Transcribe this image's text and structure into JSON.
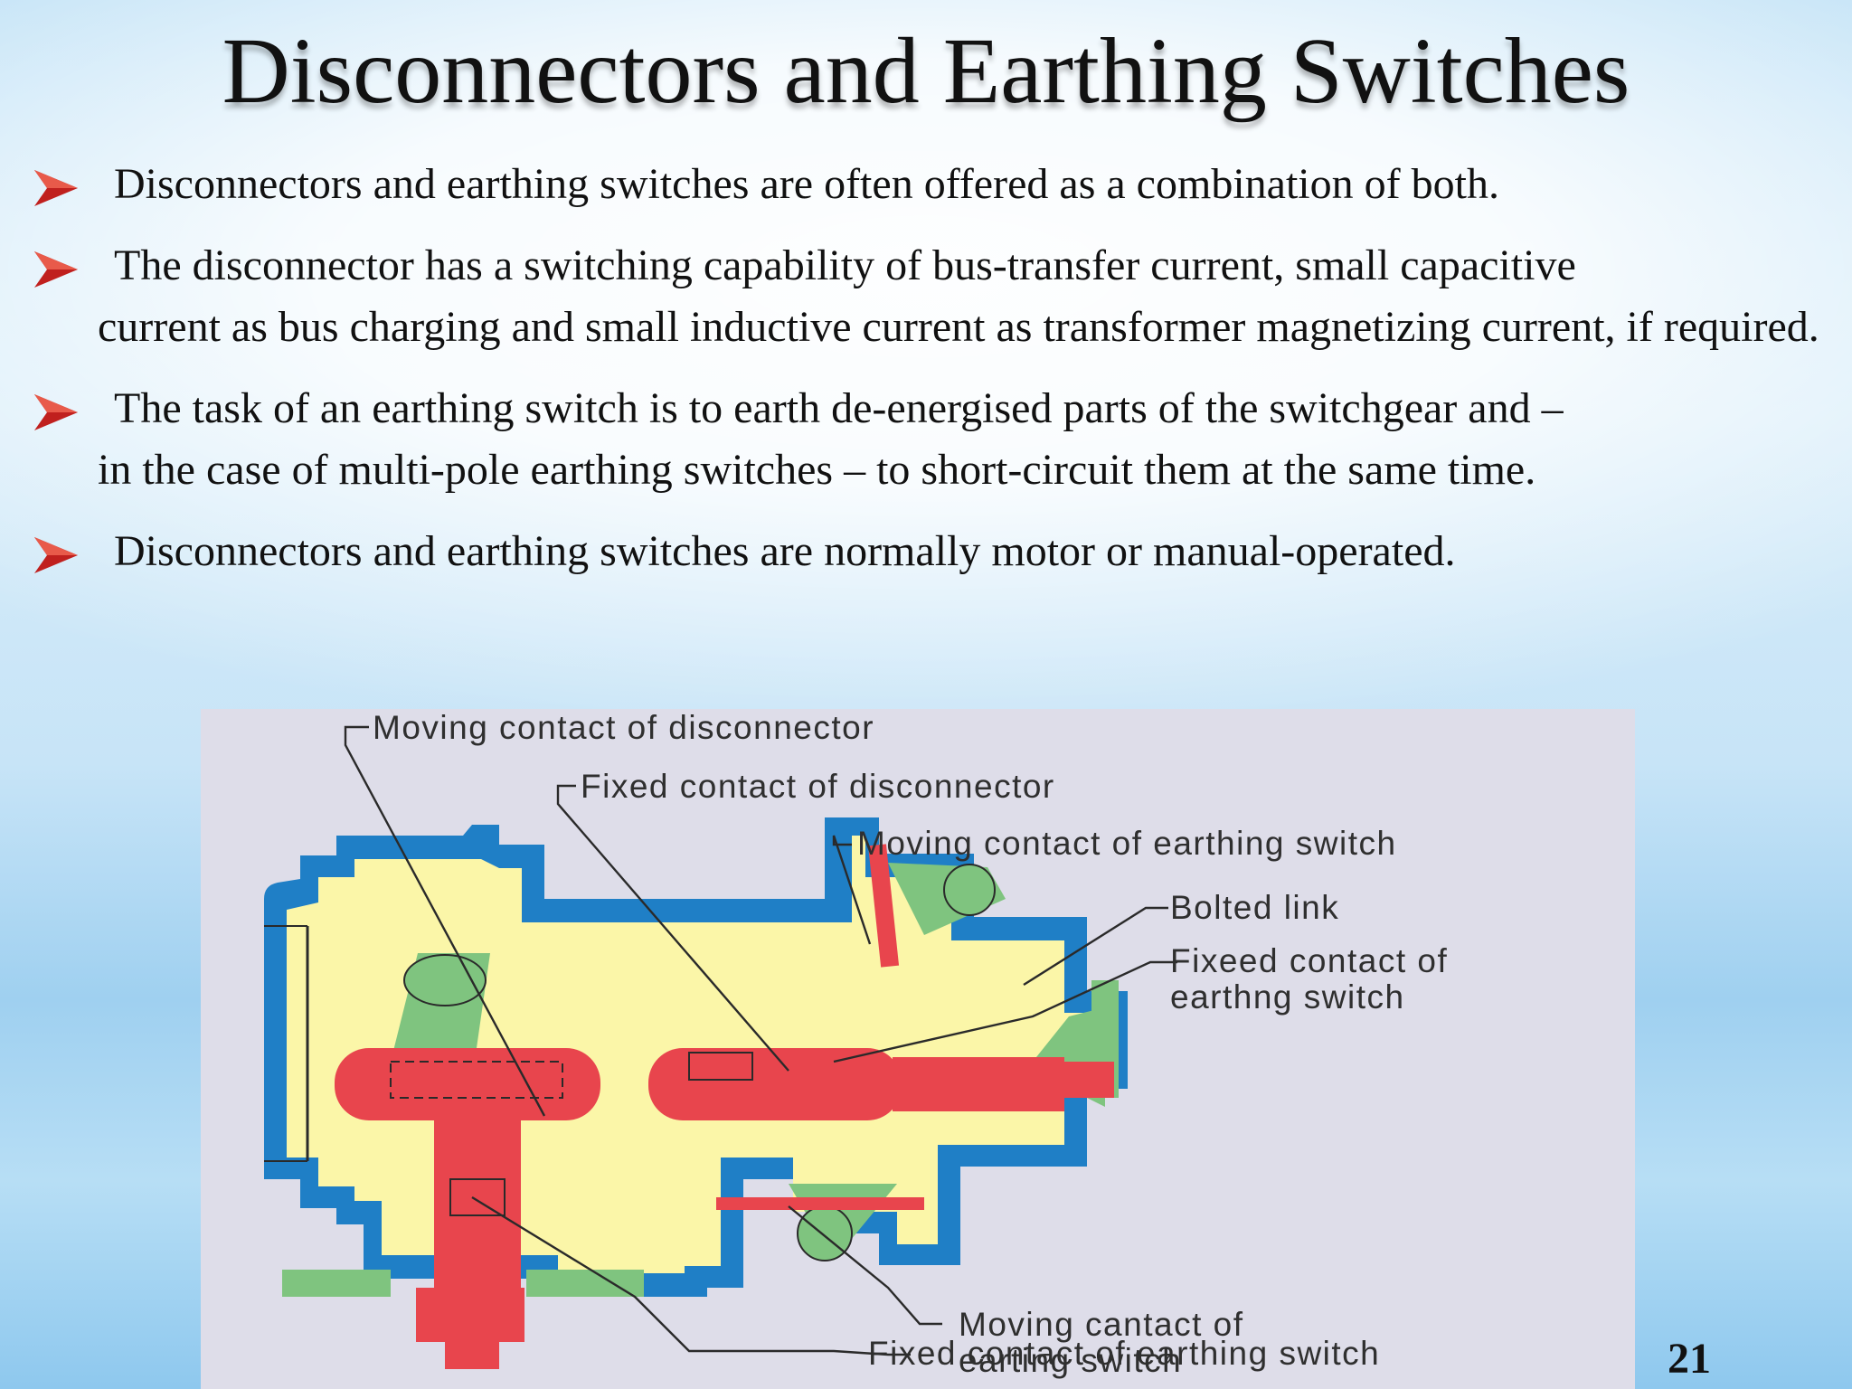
{
  "slide": {
    "title": "Disconnectors and Earthing Switches",
    "page_number": "21"
  },
  "bullets": [
    {
      "text": "Disconnectors and earthing switches are often offered as a combination of both."
    },
    {
      "line1": "The disconnector has a switching capability of bus-transfer current, small capacitive",
      "rest": "current as bus charging and small inductive current as transformer magnetizing current, if required."
    },
    {
      "line1": "The task of an earthing switch is to earth de-energised parts of the switchgear and –",
      "rest": "in the case of multi-pole earthing switches – to short-circuit them at the same time."
    },
    {
      "text": "Disconnectors and earthing switches are normally motor or manual-operated."
    }
  ],
  "diagram": {
    "labels": {
      "moving_disconnector": "Moving contact of disconnector",
      "fixed_disconnector": "Fixed contact of disconnector",
      "moving_earthing_top": "Moving contact of earthing switch",
      "bolted_link": "Bolted link",
      "fixed_earthing_right_1": "Fixeed contact of",
      "fixed_earthing_right_2": "earthng switch",
      "moving_earthing_bottom_1": "Moving cantact of",
      "moving_earthing_bottom_2": "earting switch",
      "fixed_earthing_bottom": "Fixed contact of earthing switch"
    },
    "colors": {
      "enclosure": "#1f7fc6",
      "gas_space": "#fbf6a8",
      "conductor": "#e8454d",
      "insulator": "#7fc47f",
      "background": "#dedde9",
      "bullet_arrow": "#c0201e"
    }
  }
}
